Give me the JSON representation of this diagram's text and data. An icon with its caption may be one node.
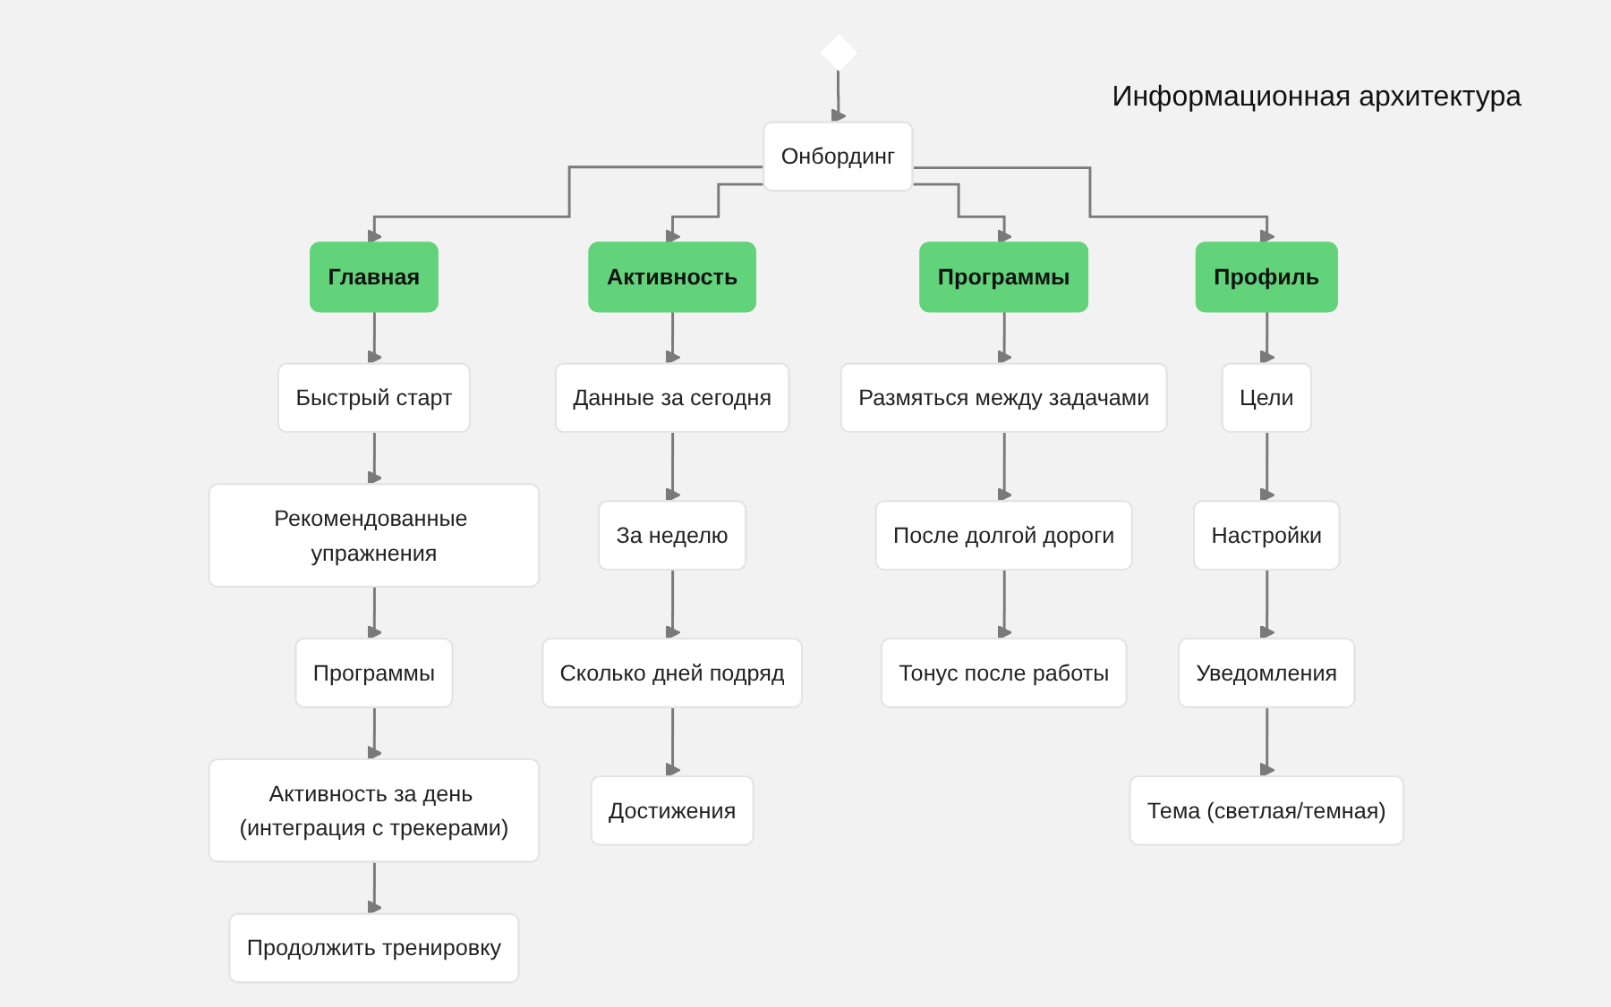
{
  "diagram": {
    "title": "Информационная архитектура",
    "nodes": [
      {
        "text": [],
        "shape": "diamond"
      },
      {
        "text": [
          "Онбординг"
        ]
      },
      {
        "text": [
          "Главная"
        ]
      },
      {
        "text": [
          "Активность"
        ]
      },
      {
        "text": [
          "Программы"
        ]
      },
      {
        "text": [
          "Профиль"
        ]
      },
      {
        "text": [
          "Быстрый старт"
        ]
      },
      {
        "text": [
          "Рекомендованные упражнения"
        ]
      },
      {
        "text": [
          "Программы"
        ]
      },
      {
        "text": [
          "Активность за день (интеграция с трекерами)"
        ]
      },
      {
        "text": [
          "Продолжить тренировку"
        ]
      },
      {
        "text": [
          "Данные за сегодня"
        ]
      },
      {
        "text": [
          "За неделю"
        ]
      },
      {
        "text": [
          "Сколько дней подряд"
        ]
      },
      {
        "text": [
          "Достижения"
        ]
      },
      {
        "text": [
          "Размяться между задачами"
        ]
      },
      {
        "text": [
          "После долгой дороги"
        ]
      },
      {
        "text": [
          "Тонус после работы"
        ]
      },
      {
        "text": [
          "Цели"
        ]
      },
      {
        "text": [
          "Настройки"
        ]
      },
      {
        "text": [
          "Уведомления"
        ]
      },
      {
        "text": [
          "Тема (светлая/темная)"
        ]
      }
    ],
    "edges": [
      {
        "from": 0,
        "to": 1,
        "arrow": "to"
      },
      {
        "from": 1,
        "to": 2,
        "arrow": "to"
      },
      {
        "from": 1,
        "to": 3,
        "arrow": "to"
      },
      {
        "from": 1,
        "to": 4,
        "arrow": "to"
      },
      {
        "from": 1,
        "to": 5,
        "arrow": "to"
      },
      {
        "from": 2,
        "to": 6,
        "arrow": "to"
      },
      {
        "from": 6,
        "to": 7,
        "arrow": "to"
      },
      {
        "from": 7,
        "to": 8,
        "arrow": "to"
      },
      {
        "from": 8,
        "to": 9,
        "arrow": "to"
      },
      {
        "from": 9,
        "to": 10,
        "arrow": "to"
      },
      {
        "from": 3,
        "to": 11,
        "arrow": "to"
      },
      {
        "from": 11,
        "to": 12,
        "arrow": "to"
      },
      {
        "from": 12,
        "to": 13,
        "arrow": "to"
      },
      {
        "from": 13,
        "to": 14,
        "arrow": "to"
      },
      {
        "from": 4,
        "to": 15,
        "arrow": "to"
      },
      {
        "from": 15,
        "to": 16,
        "arrow": "to"
      },
      {
        "from": 16,
        "to": 17,
        "arrow": "to"
      },
      {
        "from": 5,
        "to": 18,
        "arrow": "to"
      },
      {
        "from": 18,
        "to": 19,
        "arrow": "to"
      },
      {
        "from": 19,
        "to": 20,
        "arrow": "to"
      },
      {
        "from": 20,
        "to": 21,
        "arrow": "to"
      }
    ]
  }
}
